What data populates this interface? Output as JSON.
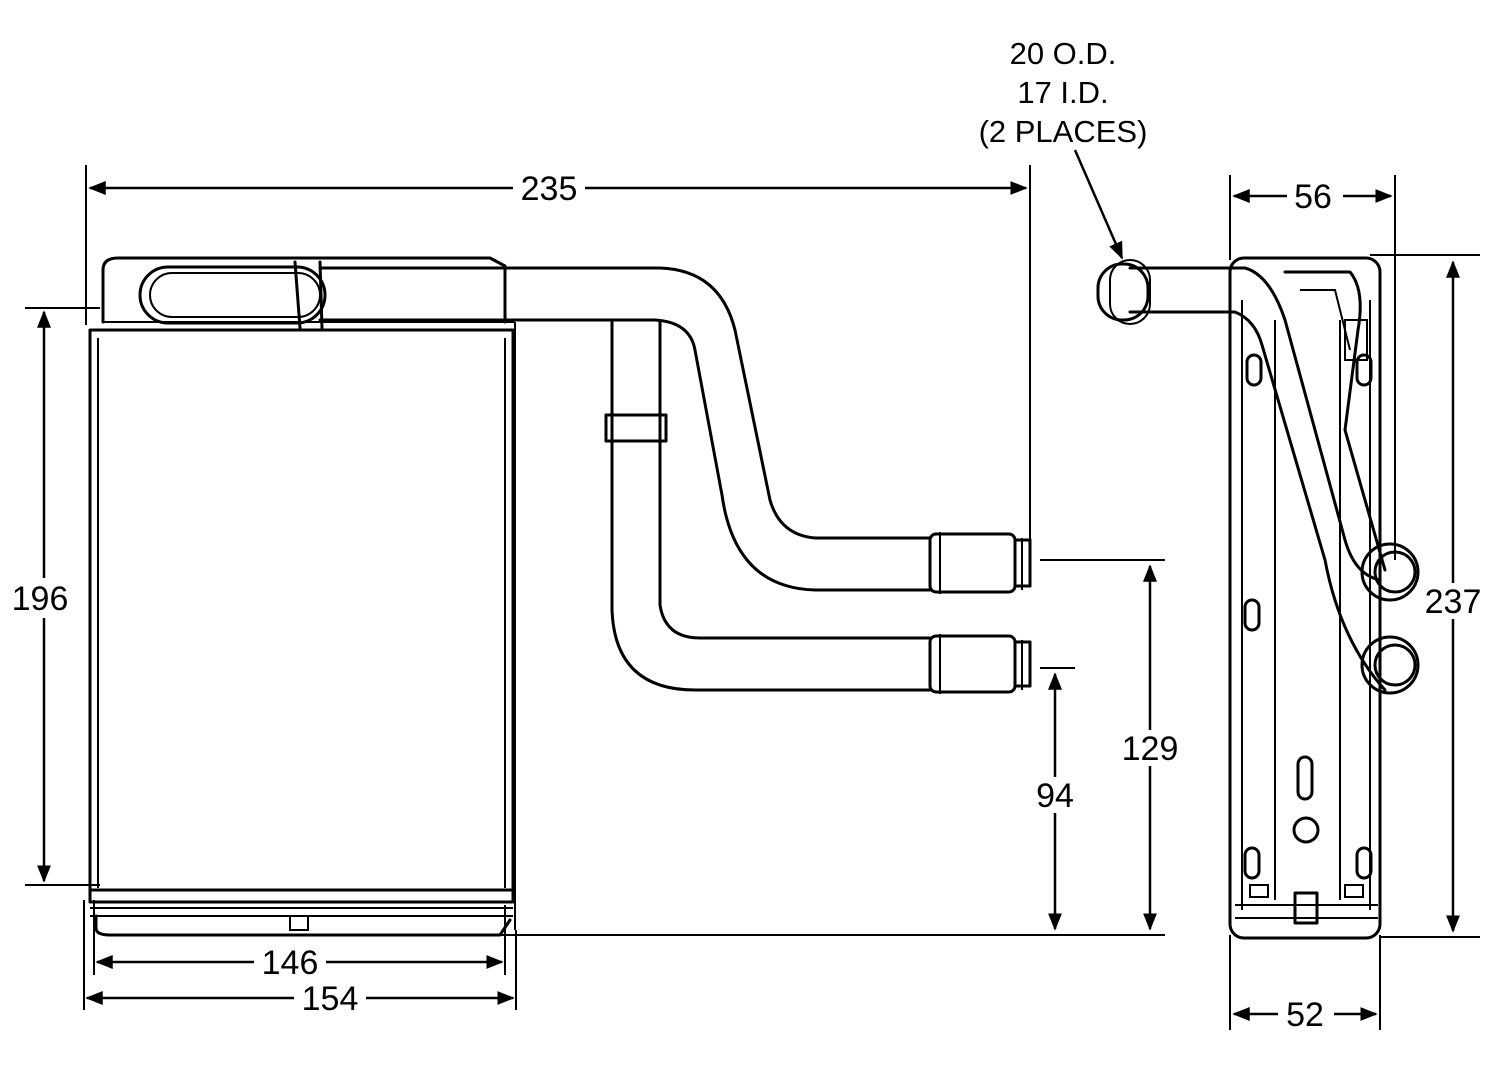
{
  "callout": {
    "line1": "20 O.D.",
    "line2": "17 I.D.",
    "line3": "(2 PLACES)"
  },
  "dimensions": {
    "overall_width": "235",
    "core_height": "196",
    "core_width": "146",
    "tank_width": "154",
    "upper_pipe_height": "129",
    "lower_pipe_height": "94",
    "side_width_top": "56",
    "side_height": "237",
    "side_width_bottom": "52"
  }
}
